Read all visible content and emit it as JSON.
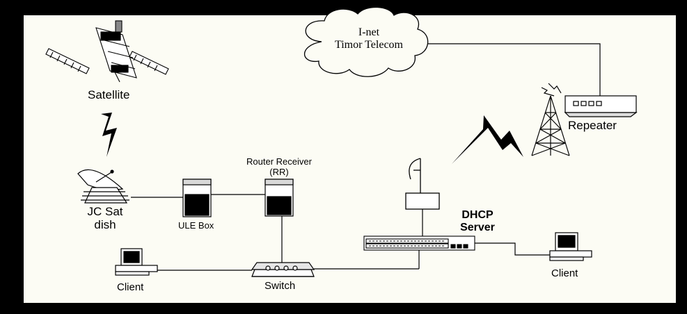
{
  "colors": {
    "background": "#000000",
    "canvas": "#fcfcf4",
    "line": "#000000"
  },
  "cloud": {
    "line1": "I-net",
    "line2": "Timor Telecom"
  },
  "labels": {
    "satellite": "Satellite",
    "dish_line1": "JC Sat",
    "dish_line2": "dish",
    "ule_box": "ULE Box",
    "router_line1": "Router Receiver",
    "router_line2": "(RR)",
    "switch": "Switch",
    "client_left": "Client",
    "client_right": "Client",
    "dhcp_line1": "DHCP",
    "dhcp_line2": "Server",
    "repeater": "Repeater"
  },
  "icons": {
    "satellite": "satellite-icon",
    "dish": "satellite-dish-icon",
    "ule_box": "server-tower-icon",
    "router": "server-tower-icon",
    "switch": "network-switch-icon",
    "client": "desktop-computer-icon",
    "dhcp": "patch-panel-icon",
    "antenna": "parabolic-antenna-icon",
    "tower": "radio-tower-icon",
    "repeater": "repeater-device-icon",
    "wireless": "lightning-bolt-icon",
    "cloud": "cloud-icon"
  }
}
